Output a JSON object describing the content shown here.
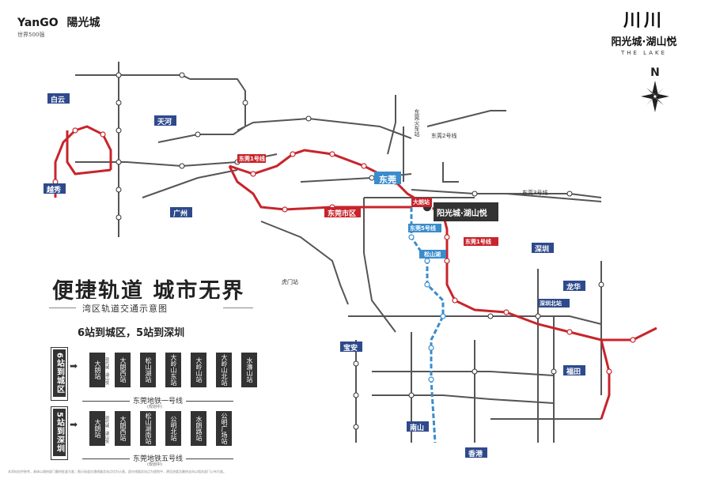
{
  "brand": {
    "developer_logo": "YanGO",
    "developer_tagline": "世界500强",
    "developer_cn": "陽光城",
    "project_mark": "川川",
    "project_name": "阳光城·湖山悦",
    "project_en": "THE LAKE"
  },
  "compass": {
    "north_label": "N"
  },
  "districts": {
    "baiyun": "白云",
    "tianhe": "天河",
    "yuexiu": "越秀",
    "guangzhou": "广州",
    "dongguan": "东莞",
    "dongguan_city": "东莞市区",
    "songshanhu": "松山湖",
    "shenzhen": "深圳",
    "longhua": "龙华",
    "baoan": "宝安",
    "futian": "福田",
    "nanshan": "南山",
    "xianggang": "香港"
  },
  "callouts": {
    "dalang_station": "大朗站",
    "project": "阳光城·湖山悦",
    "dg_line1": "东莞1号线",
    "dg_line1_b": "东莞1号线",
    "dg_line5": "东莞5号线",
    "shenzhen_north": "深圳北站",
    "dg_line3": "东莞3号线",
    "dg_line2": "东莞2号线",
    "humen": "虎门站",
    "dongguan_east": "东莞火车站"
  },
  "headline": "便捷轨道 城市无界",
  "subhead": "湾区轨道交通示意图",
  "summary": "6站到城区，5站到深圳",
  "row1": {
    "label": "6站到城区",
    "stations": [
      {
        "name": "大朗站",
        "note": "现代城 · 湖山悦"
      },
      {
        "name": "大朗西站",
        "note": ""
      },
      {
        "name": "松山湖站",
        "note": ""
      },
      {
        "name": "大岭山东站",
        "note": ""
      },
      {
        "name": "大岭山站",
        "note": ""
      },
      {
        "name": "大岭山北站",
        "note": ""
      },
      {
        "name": "水濂山站",
        "note": ""
      }
    ],
    "line_name": "东莞地铁一号线",
    "line_note": "(规划中)"
  },
  "row2": {
    "label": "5站到深圳",
    "stations": [
      {
        "name": "大朗站",
        "note": "现代城 · 湖山悦"
      },
      {
        "name": "大朗西站",
        "note": ""
      },
      {
        "name": "松山湖南站",
        "note": ""
      },
      {
        "name": "公明北站",
        "note": ""
      },
      {
        "name": "水朗路站",
        "note": ""
      },
      {
        "name": "公明广场站",
        "note": ""
      }
    ],
    "line_name": "东莞地铁五号线",
    "line_note": "(规划中)"
  },
  "colors": {
    "dg_red": "#c8242b",
    "dg_blue": "#3a8ccc",
    "grey_line": "#555555",
    "baiyun_box": "#2e4a8c",
    "tianhe_box": "#2e4a8c",
    "dongguan_box": "#3a8ccc",
    "dongguan_city_box": "#c8242b",
    "shenzhen_box": "#2e4a8c",
    "futian_box": "#2e4a8c",
    "dark_box": "#333333"
  },
  "footnote": "本资料仅供参考，具体以政府部门最终批复为准；图示轨道交通线路及站点均为示意，部分线路及站点为规划中，建设进度及最终走向以相关部门公布为准。"
}
